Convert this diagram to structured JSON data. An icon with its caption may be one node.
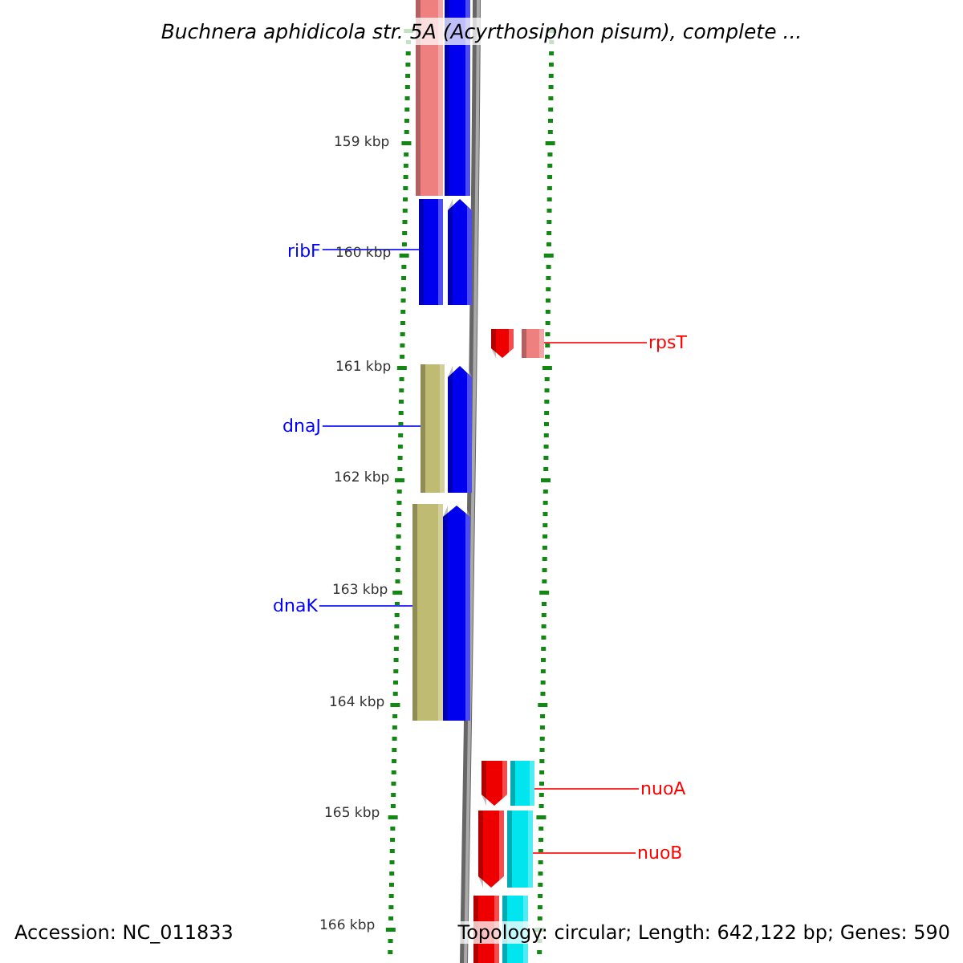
{
  "diagram": {
    "title": "Buchnera aphidicola str. 5A (Acyrthosiphon pisum), complete ...",
    "nodes": [
      {
        "text": [
          "ribF"
        ]
      },
      {
        "text": [
          "rpsT"
        ]
      },
      {
        "text": [
          "dnaJ"
        ]
      },
      {
        "text": [
          "dnaK"
        ]
      },
      {
        "text": [
          "nuoA"
        ]
      },
      {
        "text": [
          "nuoB"
        ]
      },
      {
        "text": [],
        "shape": "bar"
      },
      {
        "text": [],
        "shape": "bar"
      },
      {
        "text": [],
        "shape": "bar"
      },
      {
        "text": [],
        "shape": "arrow"
      },
      {
        "text": [],
        "shape": "arrow"
      },
      {
        "text": [],
        "shape": "bar"
      },
      {
        "text": [],
        "shape": "bar"
      },
      {
        "text": [],
        "shape": "arrow"
      },
      {
        "text": [],
        "shape": "bar"
      },
      {
        "text": [],
        "shape": "arrow"
      },
      {
        "text": [],
        "shape": "arrow"
      },
      {
        "text": [],
        "shape": "bar"
      },
      {
        "text": [],
        "shape": "arrow"
      },
      {
        "text": [],
        "shape": "bar"
      },
      {
        "text": [],
        "shape": "bar"
      },
      {
        "text": [],
        "shape": "bar"
      }
    ],
    "edges": [
      {
        "from": 0,
        "to": 8,
        "arrow": "none",
        "color": "#3333ff"
      },
      {
        "from": 1,
        "to": 11,
        "arrow": "none",
        "color": "#ff3333"
      },
      {
        "from": 2,
        "to": 12,
        "arrow": "none",
        "color": "#3333ff"
      },
      {
        "from": 3,
        "to": 14,
        "arrow": "none",
        "color": "#3333ff"
      },
      {
        "from": 4,
        "to": 17,
        "arrow": "none",
        "color": "#ff3333"
      },
      {
        "from": 5,
        "to": 19,
        "arrow": "none",
        "color": "#ff3333"
      }
    ],
    "labels": [
      "159 kbp",
      "160 kbp",
      "161 kbp",
      "162 kbp",
      "163 kbp",
      "164 kbp",
      "165 kbp",
      "166 kbp",
      "Accession: NC_011833",
      "Topology: circular; Length: 642,122 bp; Genes: 590"
    ]
  }
}
